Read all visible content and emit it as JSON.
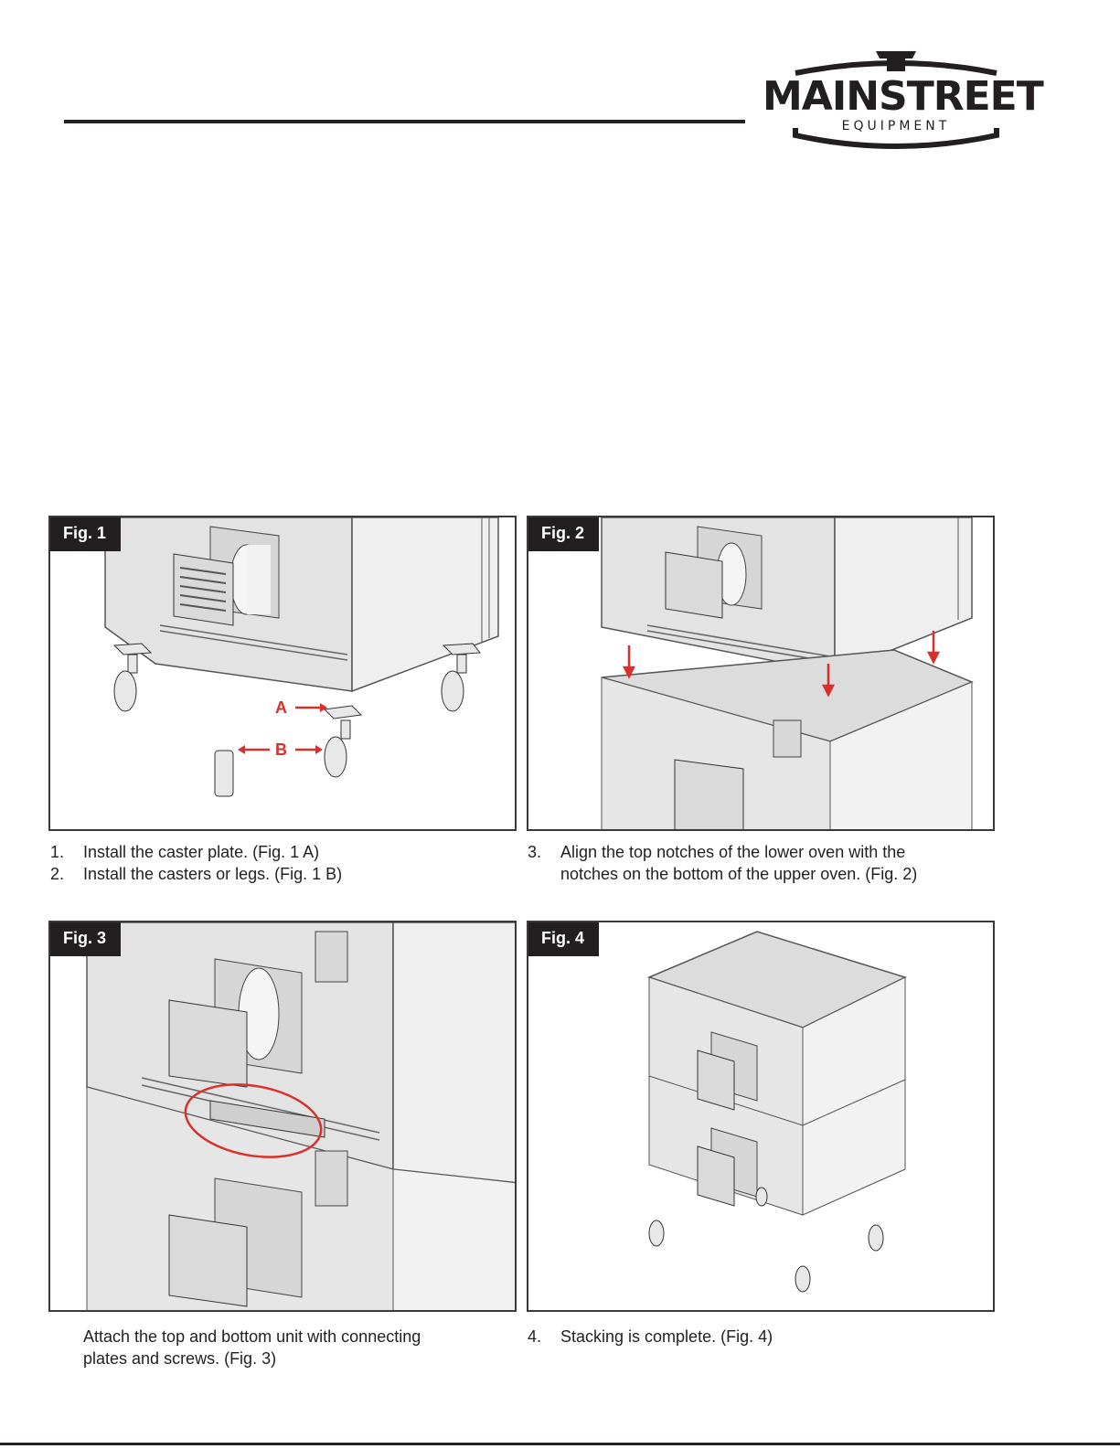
{
  "logo": {
    "word": "MAINSTREET",
    "sub": "EQUIPMENT",
    "tm": "™"
  },
  "figures": {
    "fig1": {
      "label": "Fig. 1",
      "callout_a": "A",
      "callout_b": "B"
    },
    "fig2": {
      "label": "Fig. 2"
    },
    "fig3": {
      "label": "Fig. 3"
    },
    "fig4": {
      "label": "Fig. 4"
    }
  },
  "captions": {
    "c1": {
      "num": "1.",
      "text": "Install the caster plate. (Fig. 1 A)"
    },
    "c2": {
      "num": "2.",
      "text": "Install the casters or legs. (Fig. 1 B)"
    },
    "c3": {
      "num": "3.",
      "text": "Align the top notches of the lower oven with the",
      "text2": "notches on the bottom of the upper oven. (Fig. 2)"
    },
    "c_fig3": {
      "text": "Attach the top and bottom unit with connecting",
      "text2": "plates and screws. (Fig. 3)"
    },
    "c4": {
      "num": "4.",
      "text": "Stacking is complete. (Fig. 4)"
    }
  },
  "colors": {
    "accent_red": "#d9302b",
    "ink": "#231f20"
  }
}
